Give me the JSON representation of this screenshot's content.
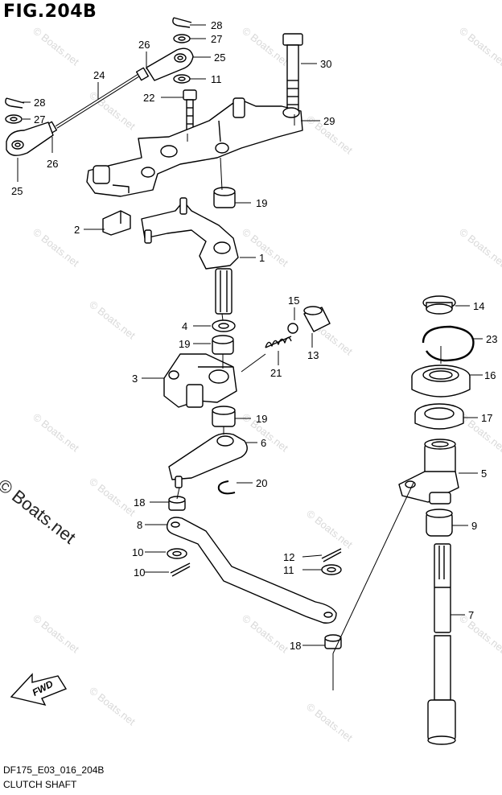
{
  "figure": {
    "title": "FIG.204B",
    "model_code": "DF175_E03_016_204B",
    "name": "CLUTCH SHAFT"
  },
  "watermark": {
    "small": "© Boats.net",
    "large": "© Boats.net"
  },
  "fwd_label": "FWD",
  "callouts": [
    "28",
    "27",
    "26",
    "25",
    "11",
    "24",
    "22",
    "30",
    "28",
    "27",
    "26",
    "25",
    "29",
    "19",
    "2",
    "1",
    "15",
    "14",
    "4",
    "23",
    "19",
    "13",
    "3",
    "21",
    "16",
    "19",
    "17",
    "6",
    "5",
    "20",
    "18",
    "9",
    "8",
    "10",
    "12",
    "11",
    "10",
    "7",
    "18"
  ]
}
